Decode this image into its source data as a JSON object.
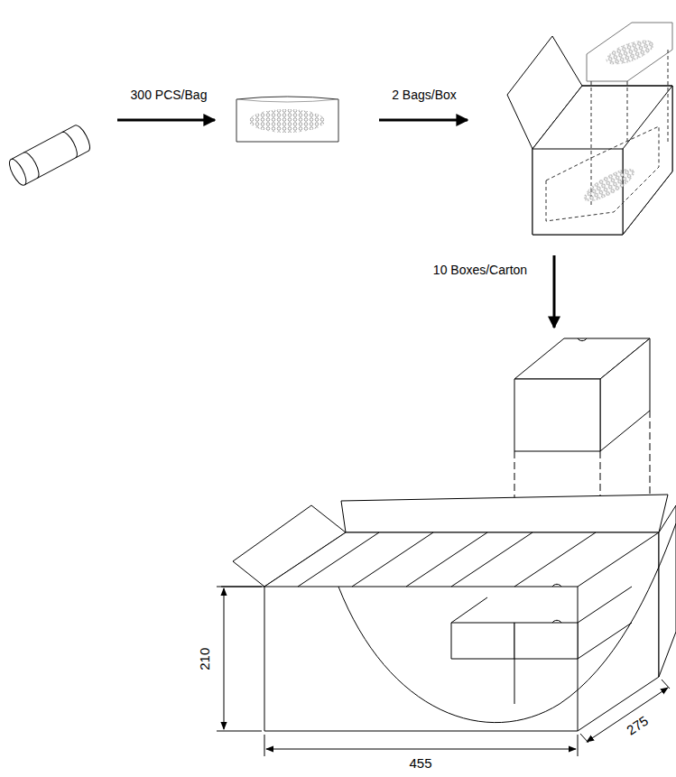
{
  "diagram": {
    "labels": [
      "300 PCS/Bag",
      "2 Bags/Box",
      "10 Boxes/Carton",
      "210",
      "455",
      "275"
    ]
  }
}
